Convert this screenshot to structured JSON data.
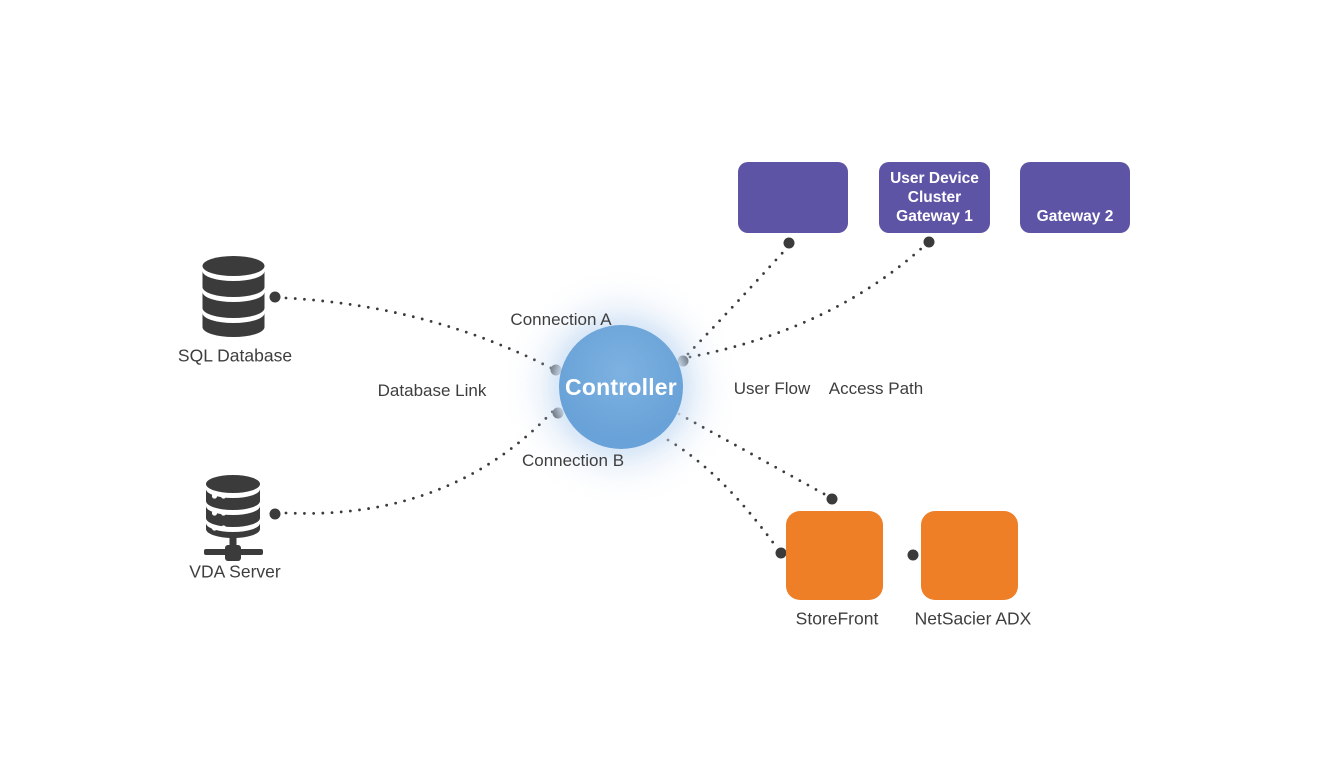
{
  "colors": {
    "purple": "#5e54a6",
    "orange": "#ef7f27",
    "blue": "#69a2d8",
    "dot": "#3b3b3b",
    "text": "#3e3e3e"
  },
  "controller": {
    "label": "Controller"
  },
  "nodes": {
    "sql": {
      "caption": "SQL Database"
    },
    "vda": {
      "caption": "VDA Server"
    },
    "box1": {
      "label": ""
    },
    "box2": {
      "label": "User Device\nCluster\nGateway 1"
    },
    "box3": {
      "label": "Gateway 2"
    },
    "storefront": {
      "caption": "StoreFront"
    },
    "netscaler": {
      "caption": "NetSacier ADX"
    }
  },
  "edge_labels": {
    "connection_a": "Connection A",
    "database_link": "Database Link",
    "connection_b": "Connection B",
    "user_flow": "User Flow",
    "access_path": "Access Path"
  }
}
